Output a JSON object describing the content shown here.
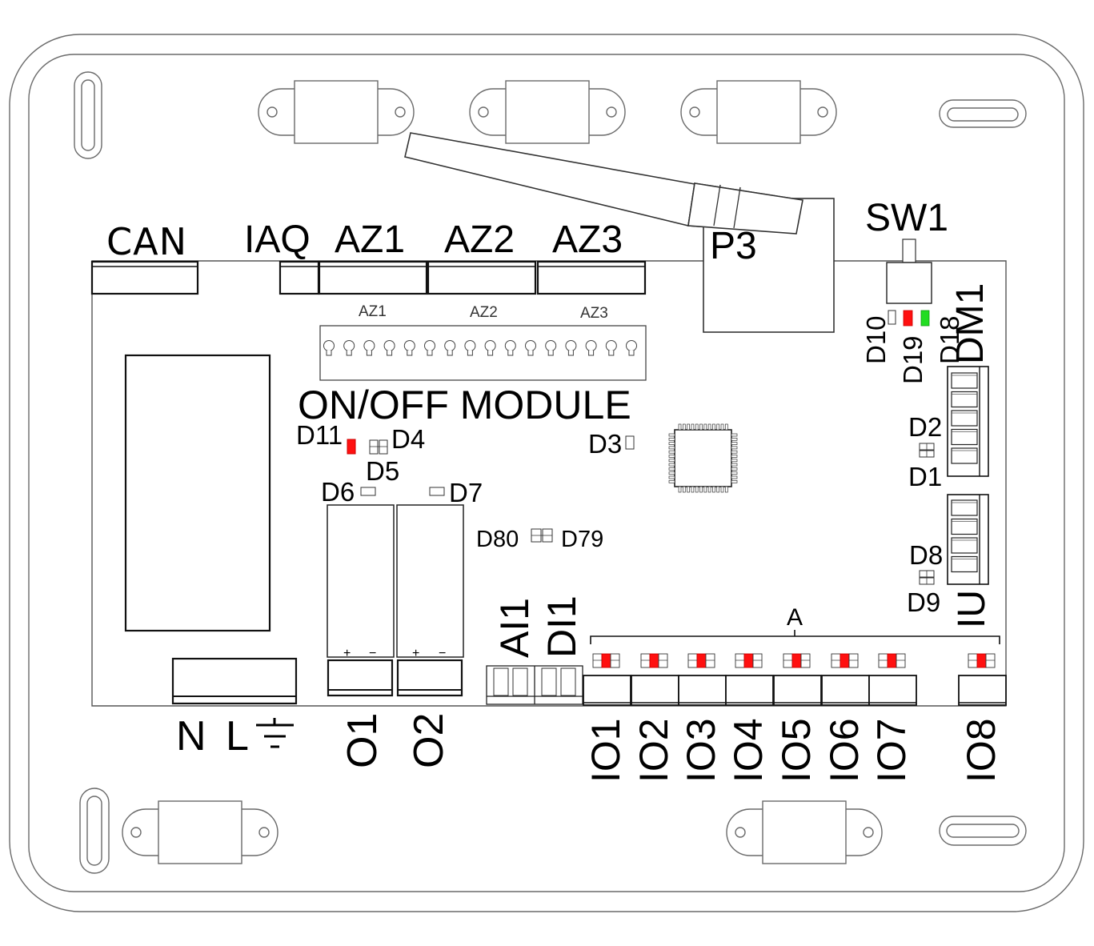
{
  "diagram": {
    "title": "ON/OFF MODULE",
    "colors": {
      "led_red": "#ff1010",
      "led_green": "#22dd22",
      "line": "#111111",
      "outline": "#6a6a6a"
    },
    "top_connectors": {
      "can": "CAN",
      "iaq": "IAQ",
      "az1": "AZ1",
      "az2": "AZ2",
      "az3": "AZ3"
    },
    "pin_strip": {
      "labels": [
        "AZ1",
        "AZ2",
        "AZ3"
      ],
      "pin_count": 16
    },
    "antenna_connector": "P3",
    "switch": "SW1",
    "side_connectors": {
      "dm1": "DM1",
      "iu": "IU"
    },
    "leds": {
      "d10": {
        "label": "D10",
        "state": "off"
      },
      "d19": {
        "label": "D19",
        "state": "red"
      },
      "d18": {
        "label": "D18",
        "state": "green"
      },
      "d2": "D2",
      "d1": "D1",
      "d8": "D8",
      "d9": "D9",
      "d11": {
        "label": "D11",
        "state": "red"
      },
      "d4": "D4",
      "d5": "D5",
      "d6": "D6",
      "d7": "D7",
      "d3": "D3",
      "d80": "D80",
      "d79": "D79"
    },
    "bottom_terminals": {
      "power": {
        "n": "N",
        "l": "L",
        "earth_icon": "ground-symbol"
      },
      "o1": "O1",
      "o2": "O2",
      "ai1": "AI1",
      "di1": "DI1",
      "polarity_plus": "+",
      "polarity_minus": "−",
      "bracket_label": "A",
      "io": [
        "IO1",
        "IO2",
        "IO3",
        "IO4",
        "IO5",
        "IO6",
        "IO7",
        "IO8"
      ],
      "io_led_state": [
        "red",
        "red",
        "red",
        "red",
        "red",
        "red",
        "red",
        "red"
      ]
    }
  }
}
